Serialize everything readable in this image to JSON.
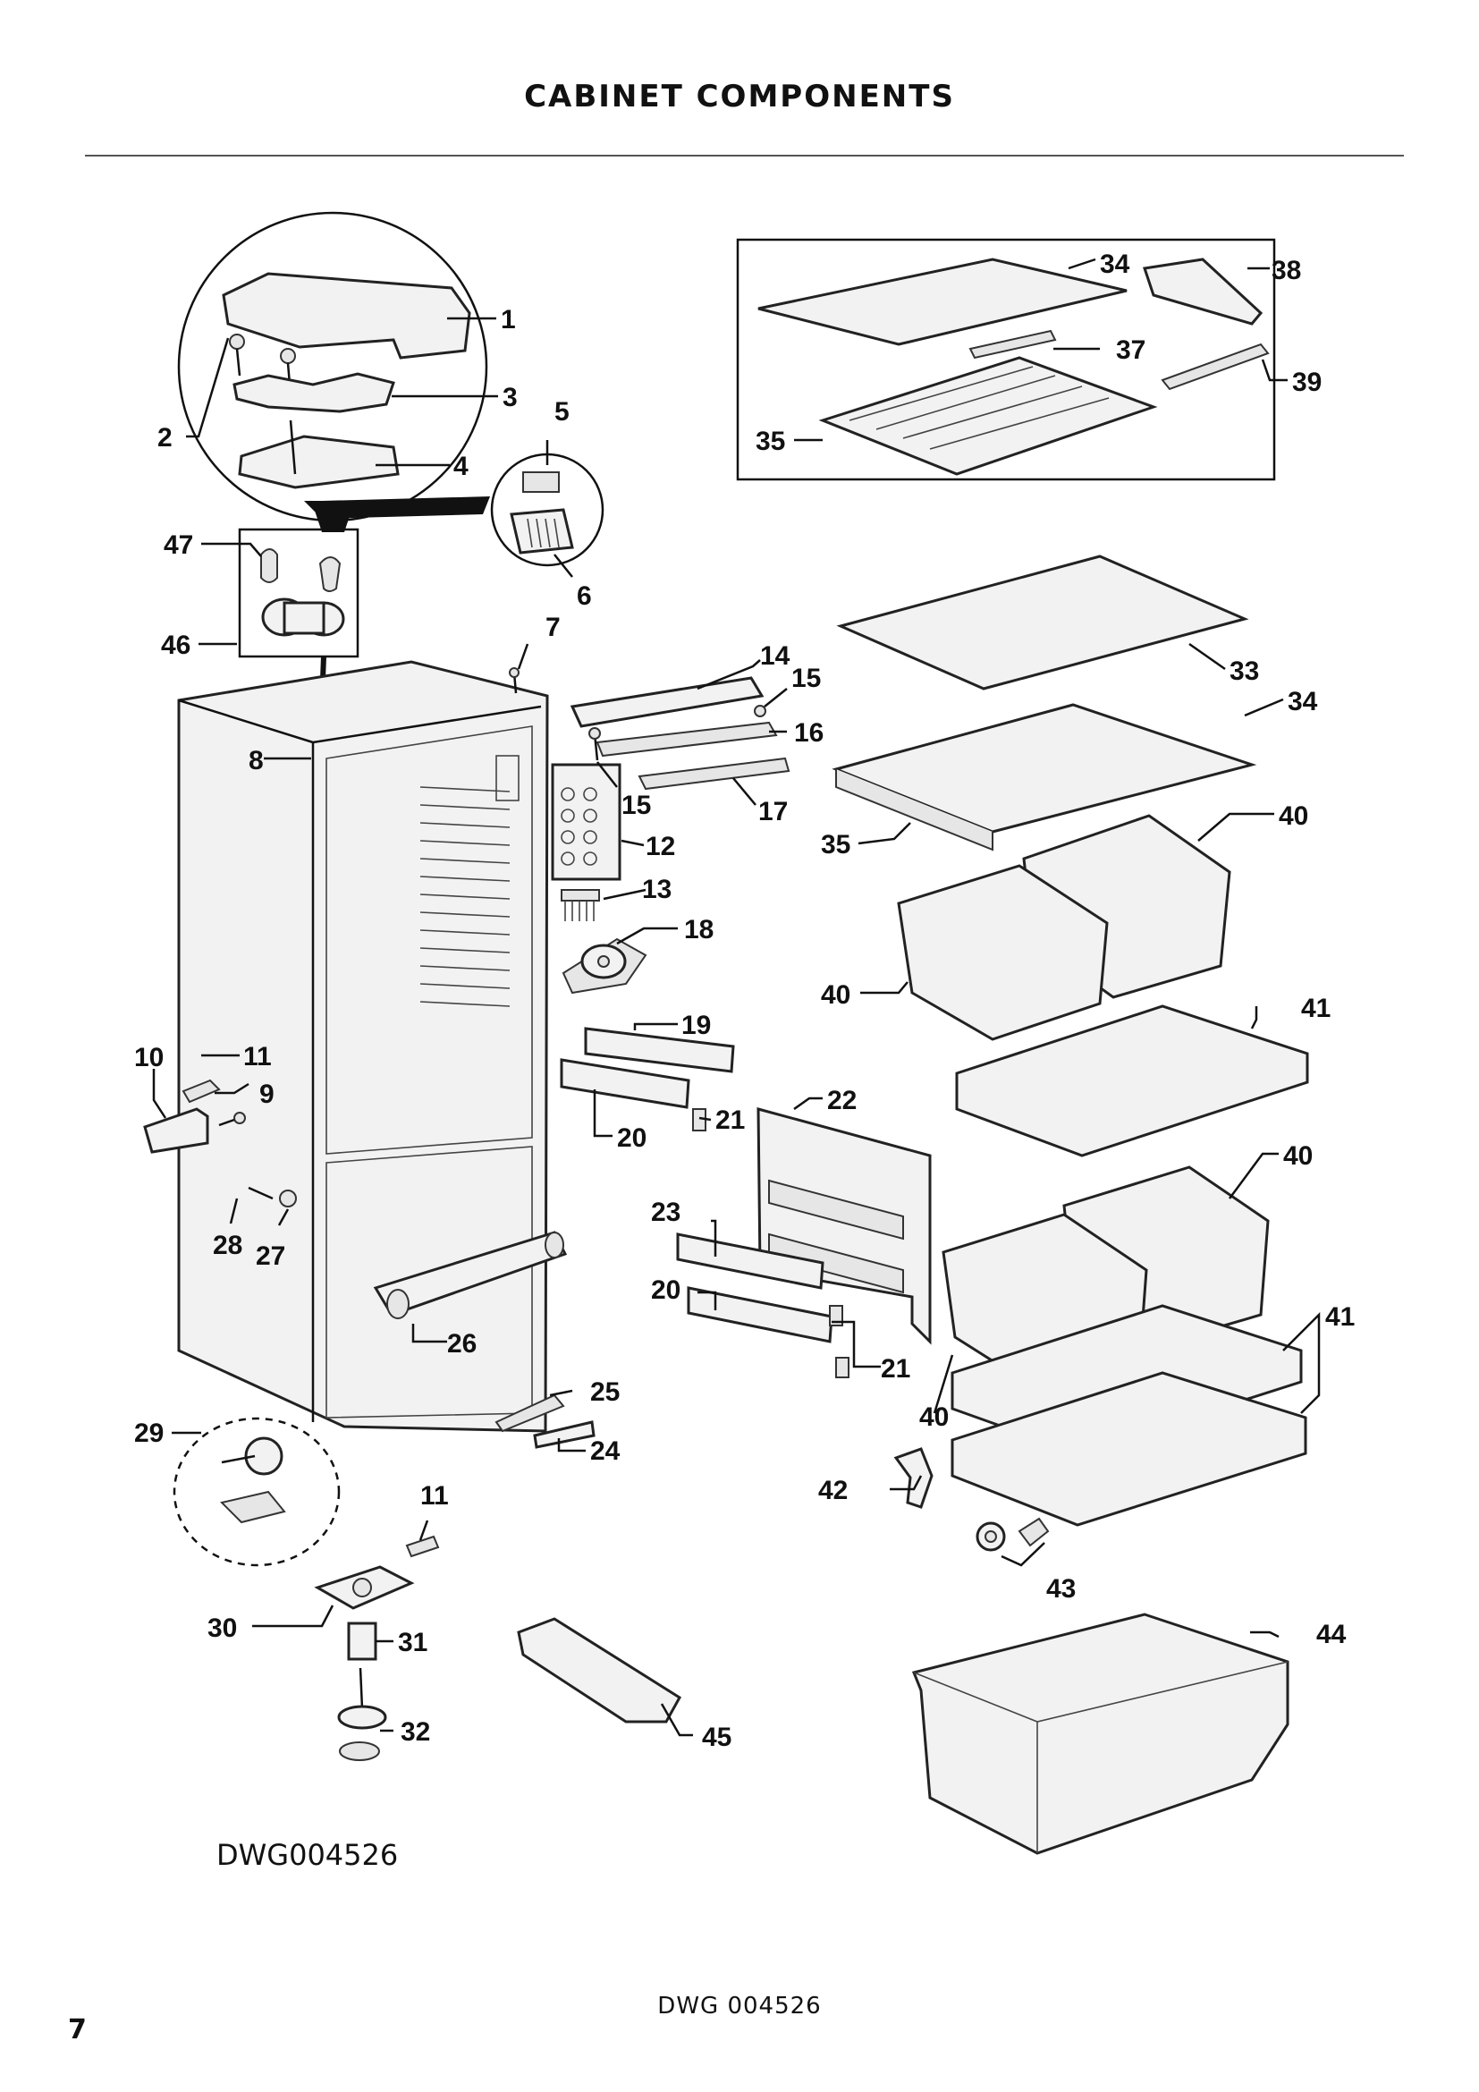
{
  "page": {
    "title": "CABINET COMPONENTS",
    "drawing_code": "DWG004526",
    "footer_code": "DWG 004526",
    "page_number": "7"
  },
  "callouts": [
    {
      "label": "1"
    },
    {
      "label": "2"
    },
    {
      "label": "3"
    },
    {
      "label": "4"
    },
    {
      "label": "5"
    },
    {
      "label": "6"
    },
    {
      "label": "47"
    },
    {
      "label": "46"
    },
    {
      "label": "7"
    },
    {
      "label": "8"
    },
    {
      "label": "14"
    },
    {
      "label": "15"
    },
    {
      "label": "16"
    },
    {
      "label": "15"
    },
    {
      "label": "17"
    },
    {
      "label": "12"
    },
    {
      "label": "13"
    },
    {
      "label": "18"
    },
    {
      "label": "19"
    },
    {
      "label": "21"
    },
    {
      "label": "20"
    },
    {
      "label": "10"
    },
    {
      "label": "11"
    },
    {
      "label": "9"
    },
    {
      "label": "28"
    },
    {
      "label": "27"
    },
    {
      "label": "26"
    },
    {
      "label": "22"
    },
    {
      "label": "23"
    },
    {
      "label": "20"
    },
    {
      "label": "21"
    },
    {
      "label": "25"
    },
    {
      "label": "24"
    },
    {
      "label": "29"
    },
    {
      "label": "11"
    },
    {
      "label": "30"
    },
    {
      "label": "31"
    },
    {
      "label": "32"
    },
    {
      "label": "45"
    },
    {
      "label": "34"
    },
    {
      "label": "38"
    },
    {
      "label": "37"
    },
    {
      "label": "39"
    },
    {
      "label": "35"
    },
    {
      "label": "33"
    },
    {
      "label": "34"
    },
    {
      "label": "35"
    },
    {
      "label": "40"
    },
    {
      "label": "40"
    },
    {
      "label": "41"
    },
    {
      "label": "40"
    },
    {
      "label": "41"
    },
    {
      "label": "40"
    },
    {
      "label": "42"
    },
    {
      "label": "43"
    },
    {
      "label": "44"
    }
  ]
}
